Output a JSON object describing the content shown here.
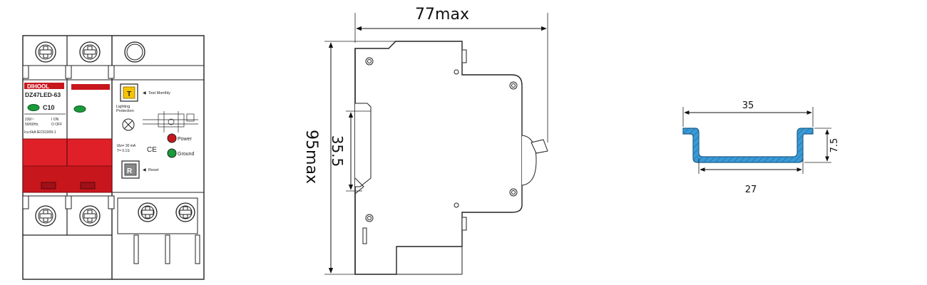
{
  "breaker": {
    "brand": "DIHOOL",
    "model": "DZ47LED-63",
    "rating": "C10",
    "spec_left_1": "230/~",
    "spec_left_2": "50/60Hz",
    "spec_right_1": "I ON",
    "spec_right_2": "O OFF",
    "standard": "Icu:6kA IEC61009-1",
    "test_button": "T",
    "test_label": "Test Monthly",
    "lighting_protection": "Lighting\nProtection",
    "residual_current": "IΔn= 30 mA",
    "trip_time": "T= 0.1S",
    "ce_mark": "CE",
    "power_label": "Power",
    "ground_label": "Ground",
    "reset_button": "R",
    "reset_label": "Reset",
    "colors": {
      "red": "#c8161d",
      "green": "#1a9a3a",
      "yellow": "#f5c400",
      "din_rail": "#3a9ad6"
    }
  },
  "side_view": {
    "width_dim": "77max",
    "height_dim": "95max",
    "rail_dim": "35.5"
  },
  "din_rail": {
    "top_width": "35",
    "bottom_width": "27",
    "height": "7.5"
  }
}
